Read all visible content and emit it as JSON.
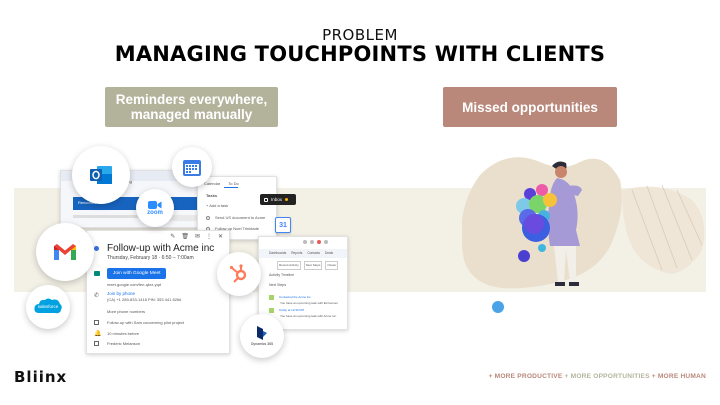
{
  "header": {
    "kicker": "PROBLEM",
    "title": "MANAGING TOUCHPOINTS WITH CLIENTS"
  },
  "pills": {
    "left_line1": "Reminders everywhere,",
    "left_line2": "managed manually",
    "right": "Missed opportunities"
  },
  "event_card": {
    "title": "Follow-up with Acme inc",
    "datetime": "Thursday, February 18 · 6:50 – 7:00am",
    "meet_button": "Join with Google Meet",
    "meet_link": "meet.google.com/fen-qkrz-yqd",
    "phone_label": "Join by phone",
    "phone_number": "(CA) +1 289-833-1416 PIN: 353 441 826#",
    "more_phones": "More phone numbers",
    "description": "Follow-up with Sam concerning pilot project",
    "reminder": "10 minutes before",
    "organizer": "Frederic Melanson"
  },
  "tasks_panel": {
    "tabs": [
      "Calendar",
      "To Do"
    ],
    "heading": "Tasks",
    "add_task": "+ Add a task",
    "items": [
      "Send US document to Acme",
      "Follow up Noel Trinidade"
    ]
  },
  "inbox_badge": "Inbox",
  "crm_panel": {
    "toolbar": [
      "Dashboards",
      "Reports",
      "Contacts",
      "Deals"
    ],
    "filters": [
      "Recent Activity",
      "Next Steps",
      "Owner"
    ],
    "section1": "Activity Timeline",
    "section2": "Next Steps",
    "entries": [
      "Contacted the Acme inc.",
      "You have an upcoming task with Ed Gomez",
      "Today at 12:30 PM",
      "You have an upcoming task with Acme inc."
    ]
  },
  "email_card": {
    "heading": "Rencontre",
    "subject": "Coaching"
  },
  "icons": {
    "outlook": "outlook-icon",
    "calendar": "google-calendar-icon",
    "zoom": "zoom-icon",
    "gmail": "gmail-icon",
    "hubspot": "hubspot-icon",
    "salesforce": "salesforce-icon",
    "dynamics": "dynamics-365-icon"
  },
  "logo_labels": {
    "zoom": "zoom",
    "salesforce": "salesforce",
    "dynamics": "Dynamics 365",
    "calendar_num": "31"
  },
  "footer": {
    "logo": "Bliinx",
    "tag1": "+ MORE PRODUCTIVE",
    "tag2": "+ MORE OPPORTUNITIES",
    "tag3": "+ MORE HUMAN"
  },
  "colors": {
    "pill_left": "#b3b39c",
    "pill_right": "#b9887a",
    "band": "#f3f0e6",
    "tag1": "#b9887a",
    "tag2": "#b3b39c",
    "tag3": "#b9887a"
  }
}
